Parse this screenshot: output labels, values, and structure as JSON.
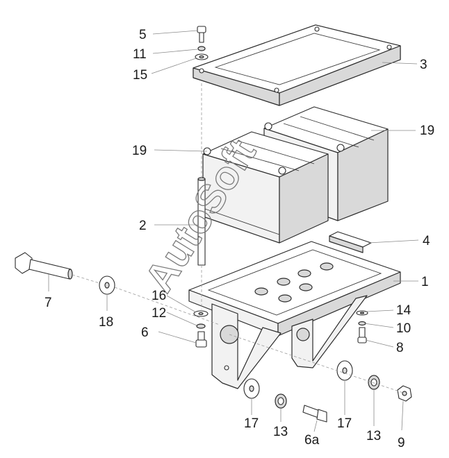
{
  "watermark": "AutoSoft",
  "callouts": [
    {
      "id": "5",
      "text": "5"
    },
    {
      "id": "11",
      "text": "11"
    },
    {
      "id": "15",
      "text": "15"
    },
    {
      "id": "3",
      "text": "3"
    },
    {
      "id": "19a",
      "text": "19"
    },
    {
      "id": "19b",
      "text": "19"
    },
    {
      "id": "2",
      "text": "2"
    },
    {
      "id": "4",
      "text": "4"
    },
    {
      "id": "1",
      "text": "1"
    },
    {
      "id": "7",
      "text": "7"
    },
    {
      "id": "18",
      "text": "18"
    },
    {
      "id": "16",
      "text": "16"
    },
    {
      "id": "12",
      "text": "12"
    },
    {
      "id": "6",
      "text": "6"
    },
    {
      "id": "14",
      "text": "14"
    },
    {
      "id": "10",
      "text": "10"
    },
    {
      "id": "8",
      "text": "8"
    },
    {
      "id": "17a",
      "text": "17"
    },
    {
      "id": "13a",
      "text": "13"
    },
    {
      "id": "6a",
      "text": "6a"
    },
    {
      "id": "17b",
      "text": "17"
    },
    {
      "id": "13b",
      "text": "13"
    },
    {
      "id": "9",
      "text": "9"
    }
  ]
}
